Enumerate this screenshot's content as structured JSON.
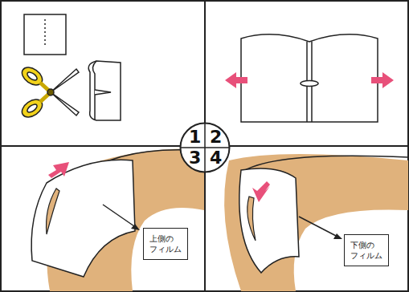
{
  "diagram": {
    "nodes": [
      {
        "text": [
          "1",
          "2",
          "3",
          "4"
        ]
      },
      {
        "text": [
          "上側の フィルム"
        ]
      },
      {
        "text": [
          "下側の フィルム"
        ]
      }
    ]
  }
}
